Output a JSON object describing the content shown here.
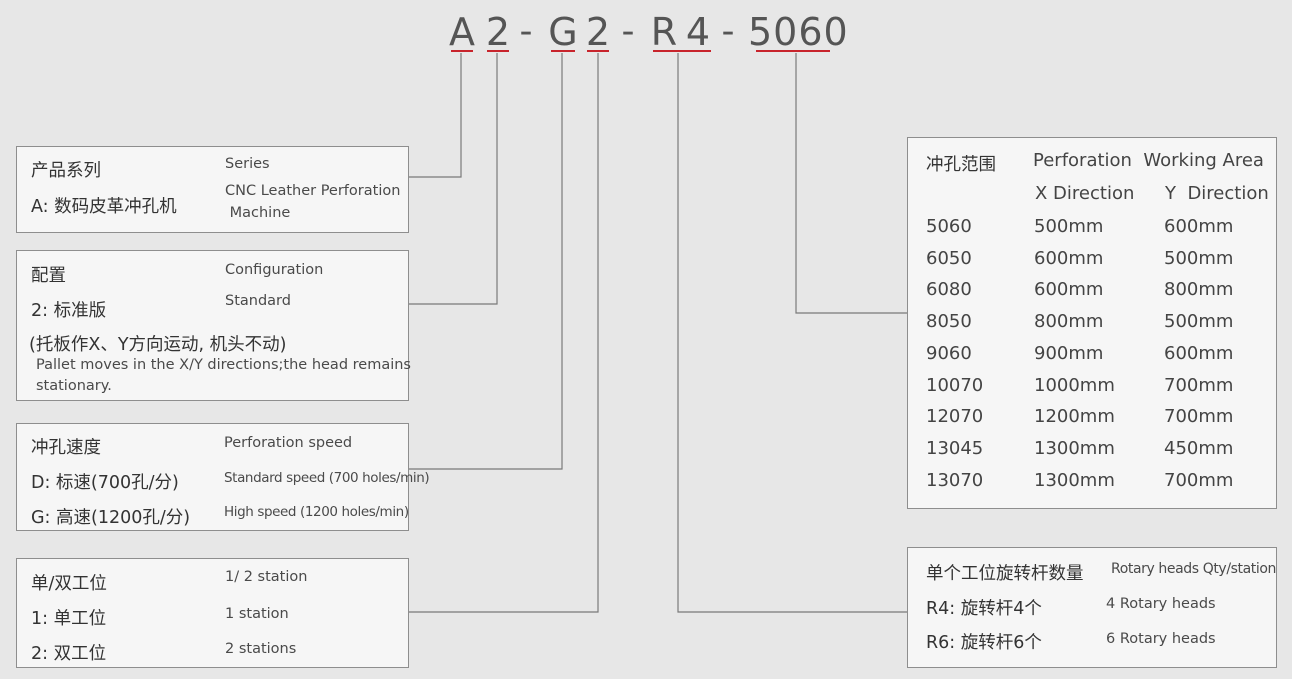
{
  "code": {
    "chars": [
      "A",
      "2",
      "-",
      "G",
      "2",
      "-",
      "R",
      "4",
      "-",
      "5060"
    ]
  },
  "series": {
    "zh_title": "产品系列",
    "en_title": "Series",
    "zh_value": "A: 数码皮革冲孔机",
    "en_value_line1": "CNC Leather Perforation",
    "en_value_line2": " Machine"
  },
  "config": {
    "zh_title": "配置",
    "en_title": "Configuration",
    "zh_value": "2: 标准版",
    "en_value": "Standard",
    "zh_note": "(托板作X、Y方向运动, 机头不动)",
    "en_note_line1": "Pallet moves in the X/Y directions;the head remains",
    "en_note_line2": "stationary."
  },
  "speed": {
    "zh_title": "冲孔速度",
    "en_title": "Perforation speed",
    "zh_d": "D: 标速(700孔/分)",
    "en_d": "Standard speed (700 holes/min)",
    "zh_g": "G: 高速(1200孔/分)",
    "en_g": "High speed (1200 holes/min)"
  },
  "station": {
    "zh_title": "单/双工位",
    "en_title": "1/ 2 station",
    "zh_1": "1: 单工位",
    "en_1": "1 station",
    "zh_2": "2: 双工位",
    "en_2": "2 stations"
  },
  "area": {
    "zh_title": "冲孔范围",
    "en_title": "Perforation  Working Area",
    "x_header": "X Direction",
    "y_header": "Y  Direction",
    "rows": [
      [
        "5060",
        "500mm",
        "600mm"
      ],
      [
        "6050",
        "600mm",
        "500mm"
      ],
      [
        "6080",
        "600mm",
        "800mm"
      ],
      [
        "8050",
        "800mm",
        "500mm"
      ],
      [
        "9060",
        "900mm",
        "600mm"
      ],
      [
        "10070",
        "1000mm",
        "700mm"
      ],
      [
        "12070",
        "1200mm",
        "700mm"
      ],
      [
        "13045",
        "1300mm",
        "450mm"
      ],
      [
        "13070",
        "1300mm",
        "700mm"
      ]
    ]
  },
  "rotary": {
    "zh_title": "单个工位旋转杆数量",
    "en_title": "Rotary heads Qty/station",
    "zh_r4": "R4: 旋转杆4个",
    "en_r4": "4 Rotary heads",
    "zh_r6": "R6: 旋转杆6个",
    "en_r6": "6 Rotary heads"
  },
  "colors": {
    "accent_underline": "#c8242c",
    "connector": "#7a7a7a",
    "box_border": "#8e8e8e",
    "background": "#e7e7e7"
  }
}
